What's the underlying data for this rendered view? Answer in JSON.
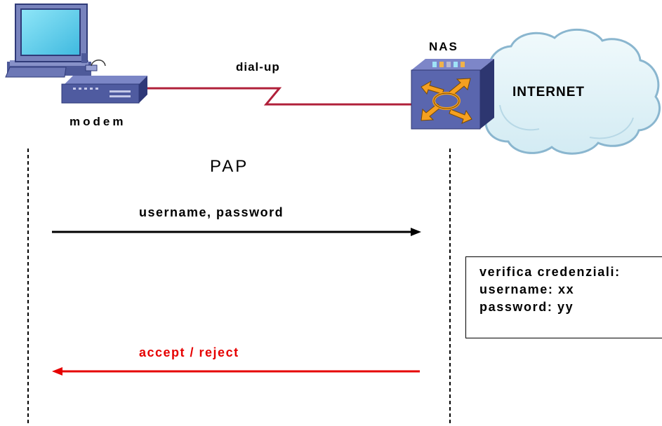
{
  "devices": {
    "modem_label": "modem",
    "nas_label": "NAS",
    "internet_label": "INTERNET"
  },
  "link": {
    "label": "dial-up"
  },
  "protocol": {
    "title": "PAP"
  },
  "messages": [
    {
      "text": "username, password",
      "direction": "client-to-nas",
      "color": "#000000"
    },
    {
      "text": "accept / reject",
      "direction": "nas-to-client",
      "color": "#e60000"
    }
  ],
  "verification": {
    "lines": [
      "verifica credenziali:",
      "username: xx",
      "password: yy"
    ]
  },
  "colors": {
    "dialup_line": "#b0203a",
    "nas_face": "#5a66ae",
    "nas_arrows": "#f5a020",
    "cloud_fill": "#dff1f7",
    "cloud_stroke": "#8ab6cf",
    "monitor_screen": "#5fd1ef",
    "modem_body": "#4f5ba0",
    "reply_arrow": "#e60000"
  }
}
